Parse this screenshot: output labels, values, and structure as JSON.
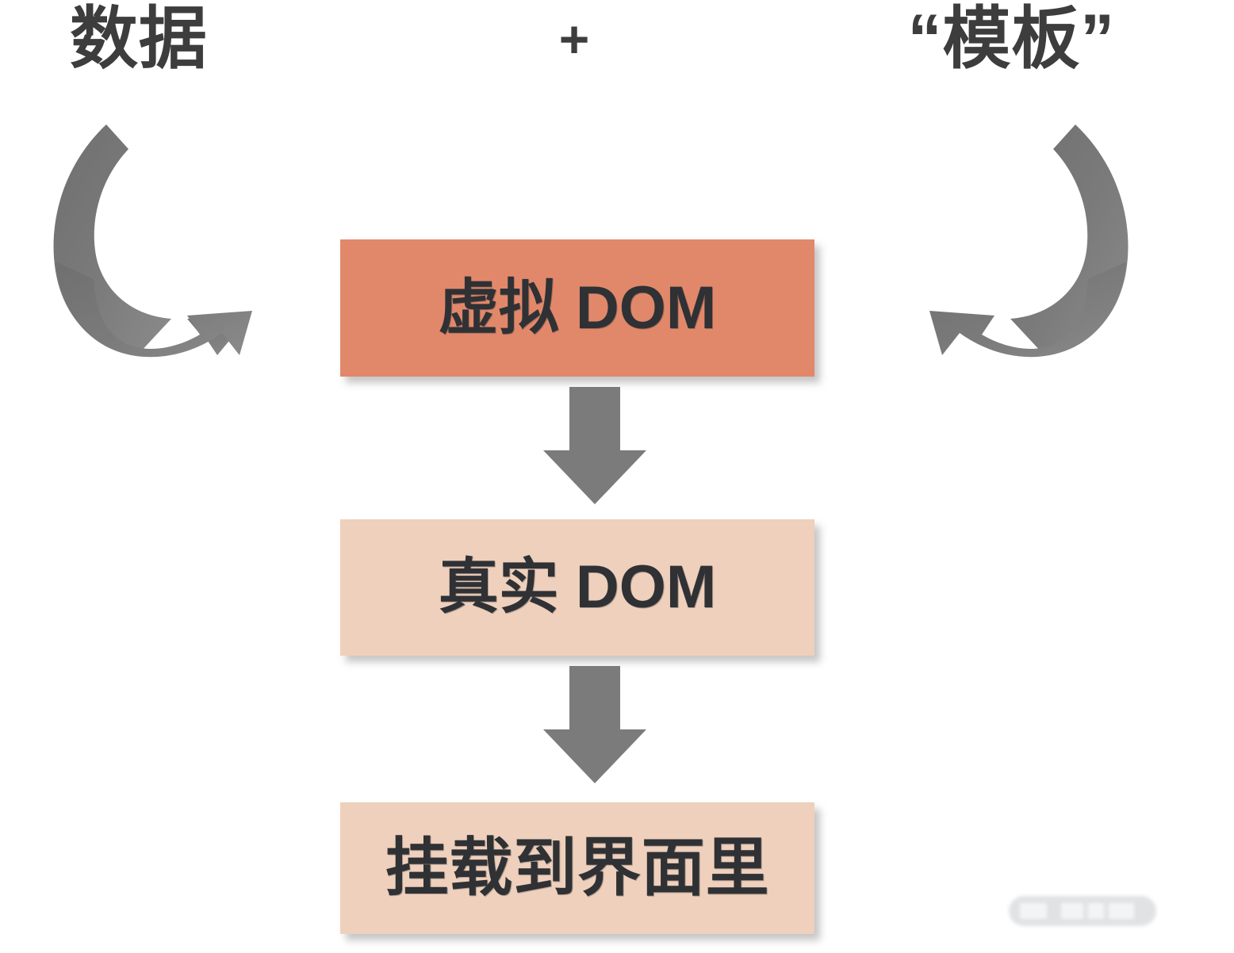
{
  "diagram": {
    "title_left": "数据",
    "title_right": "“模板”",
    "operator": "+",
    "boxes": [
      {
        "id": "virtual-dom",
        "label": "虚拟 DOM",
        "color": "#e2886a"
      },
      {
        "id": "real-dom",
        "label": "真实 DOM",
        "color": "#efd0bc"
      },
      {
        "id": "mount",
        "label": "挂载到界面里",
        "color": "#efd0bc"
      }
    ],
    "arrows": [
      {
        "name": "curved-arrow-left",
        "direction": "clockwise-down-right"
      },
      {
        "name": "curved-arrow-right",
        "direction": "counterclockwise-down-left"
      },
      {
        "name": "down-arrow-1",
        "direction": "down"
      },
      {
        "name": "down-arrow-2",
        "direction": "down"
      }
    ],
    "colors": {
      "accent_primary": "#e2886a",
      "accent_secondary": "#efd0bc",
      "arrow_gray": "#767676",
      "text_dark": "#2f3134",
      "background": "#ffffff"
    },
    "watermark": {
      "text": ""
    }
  }
}
